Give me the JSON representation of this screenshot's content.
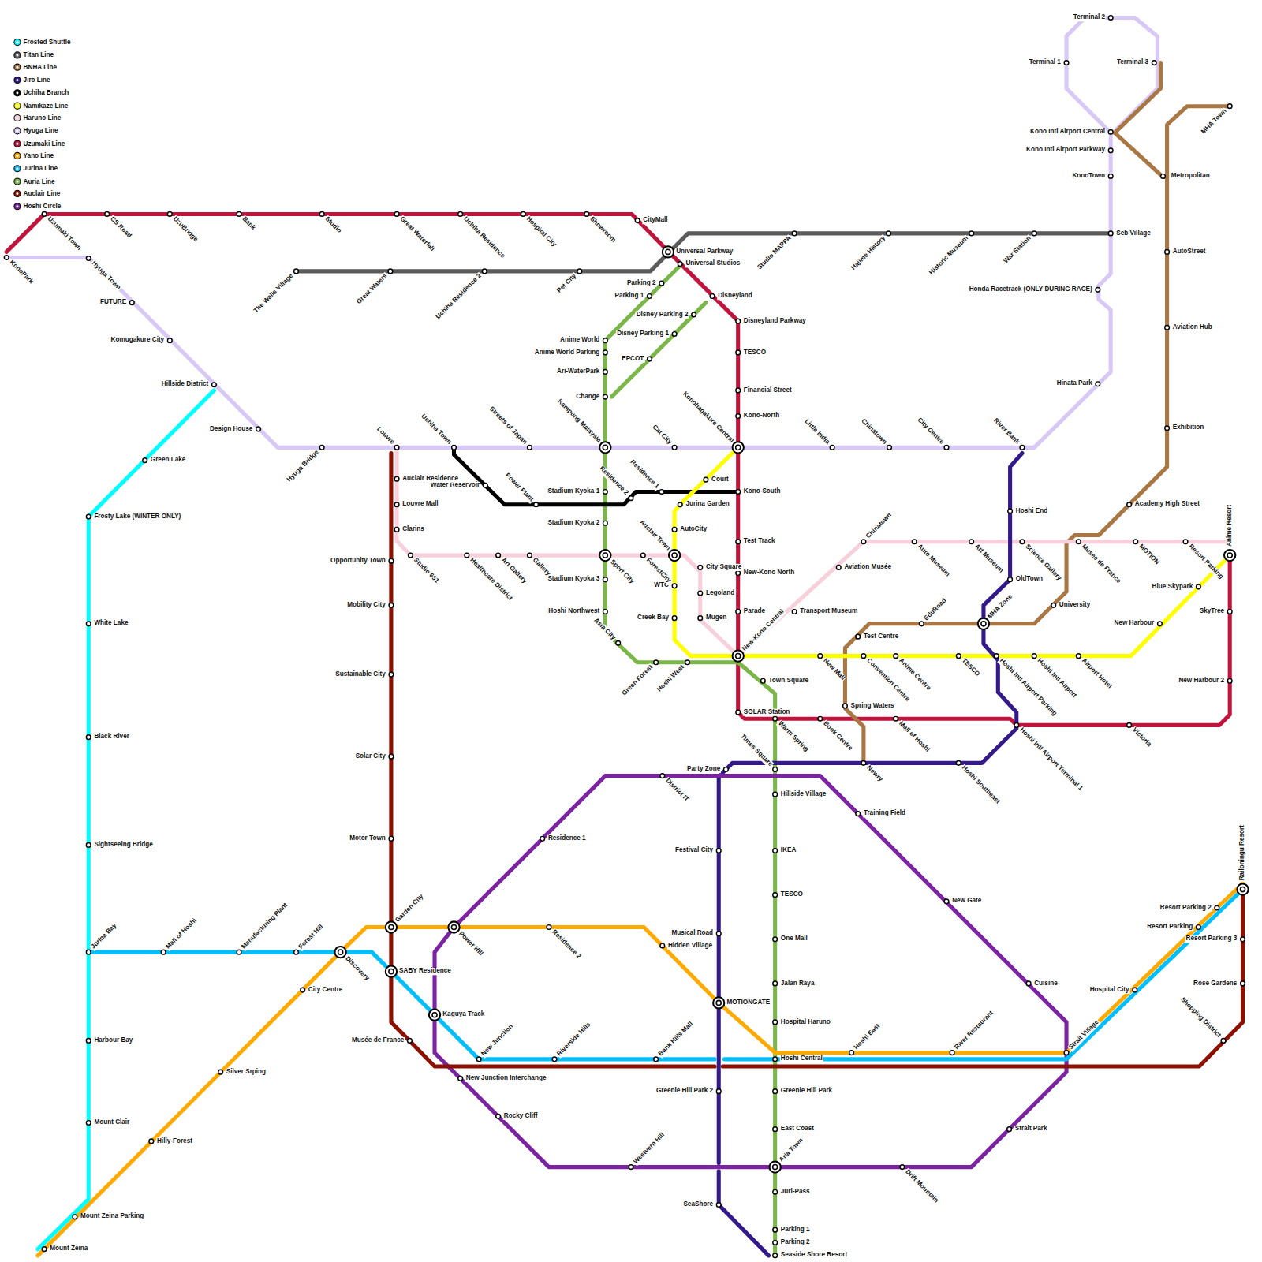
{
  "diagram": {
    "labels": [
      "KonoPark",
      "Uzumaki Town",
      "CS Road",
      "UzuBridge",
      "Bank",
      "Studio",
      "Great Waterfall",
      "Uchiha Residence",
      "Hospital City",
      "Showroom",
      "CityMall",
      "Universal Parkway",
      "Universal Studios",
      "Disneyland",
      "Disneyland Parkway",
      "TESCO",
      "Financial Street",
      "Kono-North",
      "Kono-South",
      "Test Track",
      "New-Kono North",
      "Parade",
      "SOLAR Station",
      "Book Centre",
      "Mall of Hoshi",
      "Hoshi Intl Airport Terminal 1",
      "Victoria",
      "New Harbour 2",
      "SkyTree",
      "Anime Resort",
      "Hyuga Town",
      "FUTURE",
      "Komugakure City",
      "Design House",
      "Hyuga Bridge",
      "Louvre",
      "Uchiha Town",
      "Streets of Japan",
      "Kampung Malaysia",
      "Cat City",
      "Konohagakure Central",
      "Little India",
      "Chinatown",
      "City Centre",
      "River Bank",
      "Hinata Park",
      "Honda Racetrack (ONLY DURING RACE)",
      "Seb Village",
      "KonoTown",
      "Kono Intl Airport Parkway",
      "Kono Intl Airport Central",
      "Terminal 1",
      "Terminal 2",
      "Terminal 3",
      "The Walls Village",
      "Great Waters",
      "Uchiha Residence 2",
      "Pet City",
      "Studio MAPPA",
      "Hajime History",
      "Historic Museum",
      "War Station",
      "Metropolitan",
      "MHA Town",
      "AutoStreet",
      "Aviation Hub",
      "Exhibition",
      "Academy High Street",
      "Musée de France",
      "University",
      "MHA Zone",
      "EduRoad",
      "Test Centre",
      "Spring Waters",
      "Newry",
      "Hoshi End",
      "OldTown",
      "Hoshi Southeast",
      "Times Square",
      "Party Zone",
      "Festival City",
      "Musical Road",
      "MOTIONGATE",
      "Greenie Hill Park 2",
      "SeaShore",
      "Seaside Shore Resort",
      "Water Reservoir",
      "Power Plant",
      "Stadium Kyoka 1",
      "Residence 2",
      "Residence 1",
      "Court",
      "Jurina Garden",
      "AutoCity",
      "Auclair Town",
      "WTC",
      "Creek Bay",
      "New-Kono Central",
      "New Mall",
      "Convention Centre",
      "Anime Centre",
      "TESCO",
      "Hoshi Intl Airport Parking",
      "Hoshi Intl Airport",
      "Airport Hotel",
      "New Harbour",
      "Blue Skypark",
      "Auclair Residence",
      "Louvre Mall",
      "Clarins",
      "Studio 651",
      "Healthcare District",
      "Art Gallery",
      "Gallery",
      "ForestCity",
      "City Square",
      "Legoland",
      "Mugen",
      "Transport Museum",
      "Aviation Musée",
      "Chinatown",
      "Auto Museum",
      "Art Museum",
      "Science Gallery",
      "MOTION",
      "Resort Parking",
      "Parking 2",
      "Parking 1",
      "Disney Parking 2",
      "Disney Parking 1",
      "EPCOT",
      "Anime World",
      "Anime World Parking",
      "Ari-WaterPark",
      "Change",
      "Stadium Kyoka 2",
      "Sport City",
      "Stadium Kyoka 3",
      "Hoshi Northwest",
      "Asia City",
      "Green Forest",
      "Hoshi West",
      "Town Square",
      "Warm Spring",
      "Hillside Village",
      "IKEA",
      "TESCO",
      "One Mall",
      "Jalan Raya",
      "Hospital Haruno",
      "Hoshi Central",
      "Greenie Hill Park",
      "East Coast",
      "Aria Town",
      "Juri-Pass",
      "Parking 1",
      "Parking 2",
      "Opportunity Town",
      "Mobility City",
      "Sustainable City",
      "Solar City",
      "Motor Town",
      "Garden City",
      "SABY Residence",
      "Musée de France",
      "New Junction Interchange",
      "Shopping District",
      "Rose Gardens",
      "Resort Parking 3",
      "Railoningu Resort",
      "Jurina Bay",
      "Mall of Hoshi",
      "Manufacturing Plant",
      "Forest Hill",
      "Discovery",
      "Kaguya Track",
      "New Junction",
      "Riverside Hills",
      "Bank Hills Mall",
      "Hoshi East",
      "River Restaurant",
      "Strait Village",
      "Hospital City",
      "Resort Parking",
      "Resort Parking 2",
      "Mount Zeina",
      "Mount Zeina Parking",
      "Hilly-Forest",
      "Silver Srping",
      "City Centre",
      "Power Hill",
      "Residence 2",
      "Hidden Village",
      "Hillside District",
      "Green Lake",
      "Frosty Lake (WINTER ONLY)",
      "White Lake",
      "Black River",
      "Sightseeing Bridge",
      "Harbour Bay",
      "Mount Clair",
      "Residence 1",
      "District IT",
      "Training Field",
      "New Gate",
      "Cuisine",
      "Strait Park",
      "Drift Mountain",
      "Westvern Hill",
      "Rocky Cliff"
    ],
    "legend": [
      {
        "text": "Frosted Shuttle",
        "color": "#00ffff"
      },
      {
        "text": "Titan Line",
        "color": "#5a5a5a"
      },
      {
        "text": "BNHA Line",
        "color": "#a87744"
      },
      {
        "text": "Jiro Line",
        "color": "#33198a"
      },
      {
        "text": "Uchiha Branch",
        "color": "#000000"
      },
      {
        "text": "Namikaze Line",
        "color": "#ffff00"
      },
      {
        "text": "Haruno Line",
        "color": "#f7d0dc"
      },
      {
        "text": "Hyuga Line",
        "color": "#d8c8f5"
      },
      {
        "text": "Uzumaki Line",
        "color": "#c0143c"
      },
      {
        "text": "Yano Line",
        "color": "#ffaa00"
      },
      {
        "text": "Jurina Line",
        "color": "#00bfff"
      },
      {
        "text": "Auria Line",
        "color": "#7ab648"
      },
      {
        "text": "Auclair Line",
        "color": "#8b1000"
      },
      {
        "text": "Hoshi Circle",
        "color": "#7b23a0"
      }
    ]
  }
}
